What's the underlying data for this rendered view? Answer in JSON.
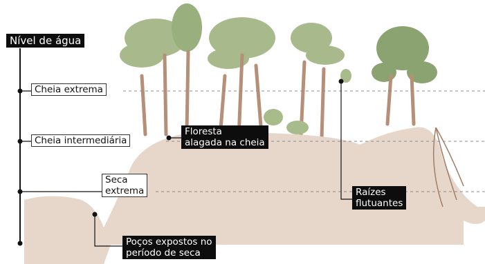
{
  "title": "Nível de água",
  "levels": {
    "extreme_flood": "Cheia extrema",
    "intermediate_flood": "Cheia intermediária",
    "extreme_drought": [
      "Seca",
      "extrema"
    ]
  },
  "annotations": {
    "flooded_forest": [
      "Floresta",
      "alagada na cheia"
    ],
    "floating_roots": [
      "Raízes",
      "flutuantes"
    ],
    "exposed_pools": [
      "Poços expostos no",
      "período de seca"
    ]
  },
  "colors": {
    "ground": "#e6d7ca",
    "tree_trunk": "#b58f78",
    "canopy": "#9fb37f",
    "canopy_dark": "#7f9a62",
    "label_dark_bg": "#0d0d0d",
    "dashed_line": "#8a8a8a"
  }
}
